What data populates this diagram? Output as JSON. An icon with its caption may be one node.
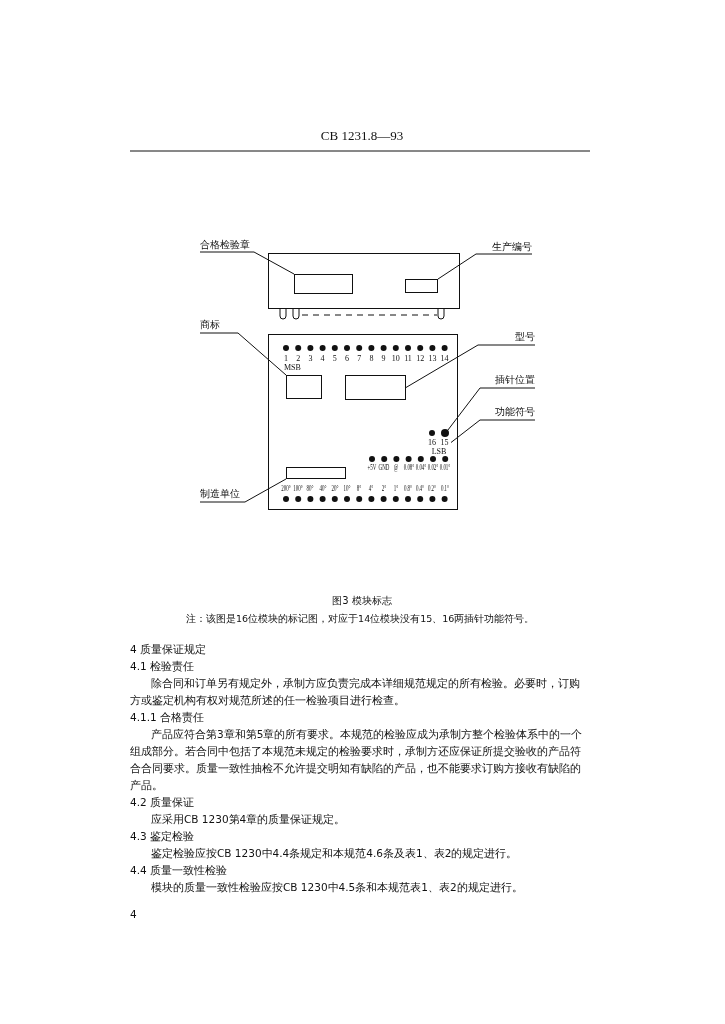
{
  "diagram": {
    "caption": "图3 模块标志",
    "nodes": [
      {
        "text": [
          "合格检验章"
        ]
      },
      {
        "text": [
          "生产编号"
        ]
      },
      {
        "text": [],
        "shape": "box"
      },
      {
        "text": [],
        "shape": "box",
        "in": 2
      },
      {
        "text": [],
        "shape": "box",
        "in": 2
      },
      {
        "text": [
          "商标"
        ]
      },
      {
        "text": [
          "型号"
        ]
      },
      {
        "text": [],
        "shape": "box"
      },
      {
        "text": [],
        "shape": "box",
        "in": 7
      },
      {
        "text": [],
        "shape": "box",
        "in": 7
      },
      {
        "text": [
          "插针位置"
        ]
      },
      {
        "text": [
          "功能符号"
        ]
      },
      {
        "text": [],
        "shape": "circle",
        "in": 7
      },
      {
        "text": [
          "15"
        ],
        "in": 7
      },
      {
        "text": [
          "制造单位"
        ]
      },
      {
        "text": [],
        "shape": "box",
        "in": 7
      }
    ],
    "edges": [
      {
        "from": 0,
        "to": 3,
        "arrow": "none"
      },
      {
        "from": 1,
        "to": 4,
        "arrow": "none"
      },
      {
        "from": 5,
        "to": 8,
        "arrow": "none"
      },
      {
        "from": 6,
        "to": 9,
        "arrow": "none"
      },
      {
        "from": 10,
        "to": 12,
        "arrow": "none"
      },
      {
        "from": 11,
        "to": 13,
        "arrow": "none"
      },
      {
        "from": 14,
        "to": 15,
        "arrow": "none"
      }
    ],
    "labels": [
      "CB 1231.8—93",
      "1",
      "2",
      "3",
      "4",
      "5",
      "6",
      "7",
      "8",
      "9",
      "10",
      "11",
      "12",
      "13",
      "14",
      "MSB",
      "16",
      "LSB",
      "+5V",
      "GND",
      "@",
      "0.08°",
      "0.04°",
      "0.02°",
      "0.01°",
      "200°",
      "100°",
      "80°",
      "40°",
      "20°",
      "10°",
      "8°",
      "4°",
      "2°",
      "1°",
      "0.8°",
      "0.4°",
      "0.2°",
      "0.1°",
      "注：该图是16位模块的标记图，对应于14位模块没有15、16两插针功能符号。",
      "4 质量保证规定",
      "4.1 检验责任",
      "除合同和订单另有规定外，承制方应负责完成本详细规范规定的所有检验。必要时，订购方或鉴定机构有权对规范所述的任一检验项目进行检查。",
      "4.1.1 合格责任",
      "产品应符合第3章和第5章的所有要求。本规范的检验应成为承制方整个检验体系中的一个组成部分。若合同中包括了本规范未规定的检验要求时，承制方还应保证所提交验收的产品符合合同要求。质量一致性抽检不允许提交明知有缺陷的产品，也不能要求订购方接收有缺陷的产品。",
      "4.2 质量保证",
      "应采用CB 1230第4章的质量保证规定。",
      "4.3 鉴定检验",
      "鉴定检验应按CB 1230中4.4条规定和本规范4.6条及表1、表2的规定进行。",
      "4.4 质量一致性检验",
      "模块的质量一致性检验应按CB 1230中4.5条和本规范表1、表2的规定进行。",
      "4"
    ]
  }
}
